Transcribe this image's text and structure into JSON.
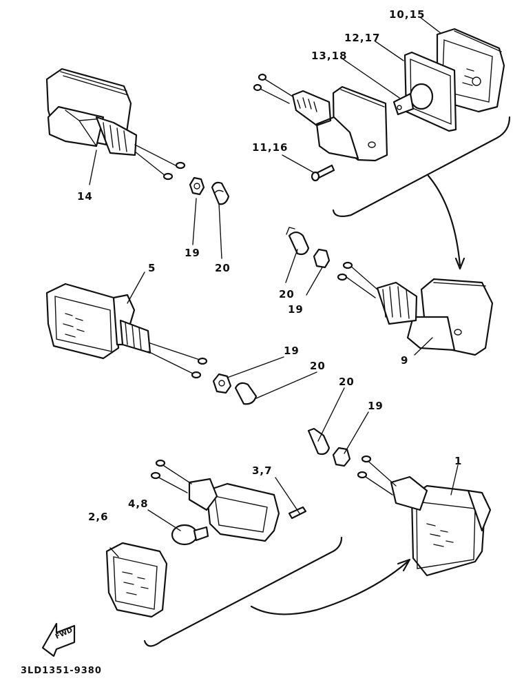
{
  "diagram": {
    "title_code": "3LD1351-9380",
    "direction_arrow": "FWD",
    "callouts": [
      {
        "id": "c-10-15",
        "text": "10,15"
      },
      {
        "id": "c-12-17",
        "text": "12,17"
      },
      {
        "id": "c-13-18",
        "text": "13,18"
      },
      {
        "id": "c-11-16",
        "text": "11,16"
      },
      {
        "id": "c-14",
        "text": "14"
      },
      {
        "id": "c-19a",
        "text": "19"
      },
      {
        "id": "c-20a",
        "text": "20"
      },
      {
        "id": "c-5",
        "text": "5"
      },
      {
        "id": "c-20b",
        "text": "20"
      },
      {
        "id": "c-19b",
        "text": "19"
      },
      {
        "id": "c-9",
        "text": "9"
      },
      {
        "id": "c-19c",
        "text": "19"
      },
      {
        "id": "c-20c",
        "text": "20"
      },
      {
        "id": "c-20d",
        "text": "20"
      },
      {
        "id": "c-19d",
        "text": "19"
      },
      {
        "id": "c-3-7",
        "text": "3,7"
      },
      {
        "id": "c-1",
        "text": "1"
      },
      {
        "id": "c-4-8",
        "text": "4,8"
      },
      {
        "id": "c-2-6",
        "text": "2,6"
      }
    ]
  }
}
